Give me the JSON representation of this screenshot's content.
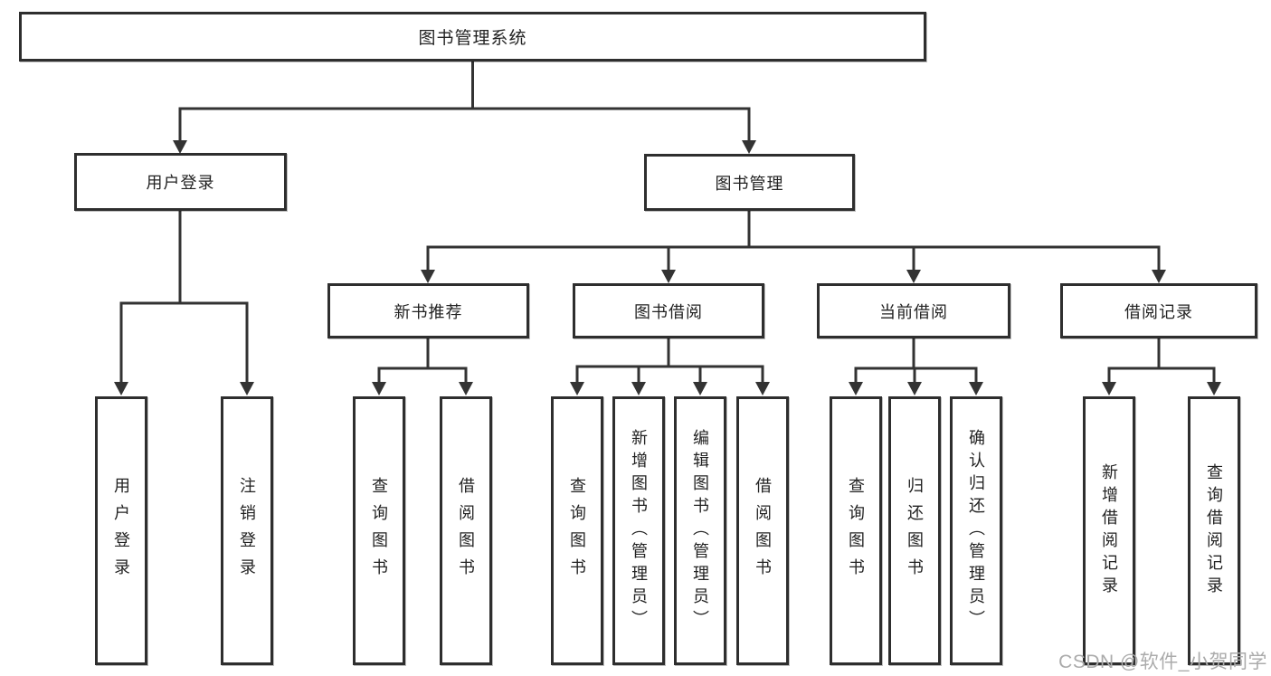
{
  "tree": {
    "label": "图书管理系统",
    "children": [
      {
        "label": "用户登录",
        "children": [
          {
            "label": "用户登录"
          },
          {
            "label": "注销登录"
          }
        ]
      },
      {
        "label": "图书管理",
        "children": [
          {
            "label": "新书推荐",
            "children": [
              {
                "label": "查询图书"
              },
              {
                "label": "借阅图书"
              }
            ]
          },
          {
            "label": "图书借阅",
            "children": [
              {
                "label": "查询图书"
              },
              {
                "label": "新增图书（管理员）"
              },
              {
                "label": "编辑图书（管理员）"
              },
              {
                "label": "借阅图书"
              }
            ]
          },
          {
            "label": "当前借阅",
            "children": [
              {
                "label": "查询图书"
              },
              {
                "label": "归还图书"
              },
              {
                "label": "确认归还（管理员）"
              }
            ]
          },
          {
            "label": "借阅记录",
            "children": [
              {
                "label": "新增借阅记录"
              },
              {
                "label": "查询借阅记录"
              }
            ]
          }
        ]
      }
    ]
  },
  "watermark": {
    "text": "CSDN @软件_小贺同学",
    "color": "#ababab"
  },
  "colors": {
    "background": "#ffffff",
    "box_border": "#2e2e2e",
    "connector": "#333333",
    "text": "#222222"
  }
}
